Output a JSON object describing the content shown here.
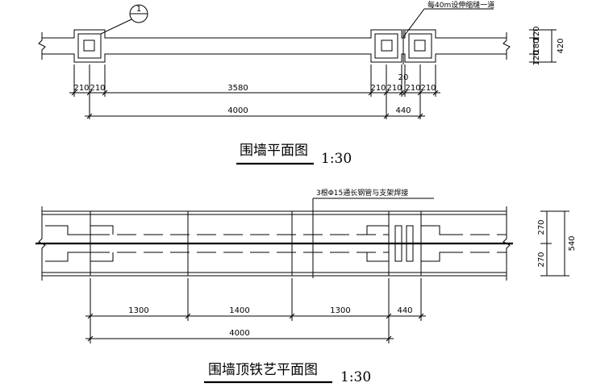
{
  "plan": {
    "title": "围墙平面图",
    "scale": "1:30",
    "callout_number": "1",
    "joint_note": "每40m设伸缩缝一道",
    "dims_left": [
      "210",
      "210"
    ],
    "dim_span": "3580",
    "dims_right": [
      "210",
      "210",
      "210",
      "210"
    ],
    "dim_gap": "20",
    "dim_total": "4000",
    "dim_total_right": "440",
    "dims_vertical": [
      "120",
      "180",
      "120"
    ],
    "dim_vertical_total": "420"
  },
  "rail": {
    "title": "围墙顶铁艺平面图",
    "scale": "1:30",
    "note": "3根Φ15通长钢管与支架焊接",
    "dims_spans": [
      "1300",
      "1400",
      "1300",
      "440"
    ],
    "dim_total": "4000",
    "dims_vertical": [
      "270",
      "270"
    ],
    "dim_vertical_total": "540"
  }
}
